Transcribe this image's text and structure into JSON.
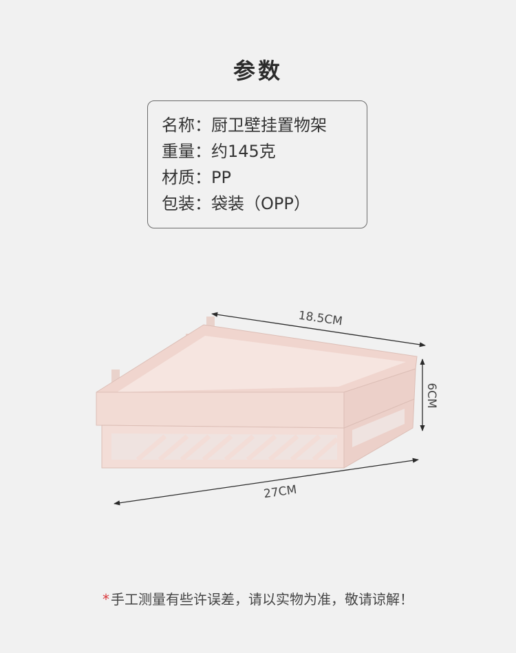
{
  "title": "参数",
  "specs": [
    {
      "label": "名称：",
      "value": "厨卫壁挂置物架"
    },
    {
      "label": "重量：",
      "value": "约145克"
    },
    {
      "label": "材质：",
      "value": "PP"
    },
    {
      "label": "包装：",
      "value": "袋装（OPP）"
    }
  ],
  "dimensions": {
    "width_label": "18.5CM",
    "height_label": "6CM",
    "length_label": "27CM"
  },
  "footer": {
    "mark": "*",
    "text": "手工测量有些许误差，请以实物为准，敬请谅解！"
  },
  "colors": {
    "background": "#f1f1f1",
    "product": "#f3ddd7",
    "footer_mark": "#d9373b"
  }
}
